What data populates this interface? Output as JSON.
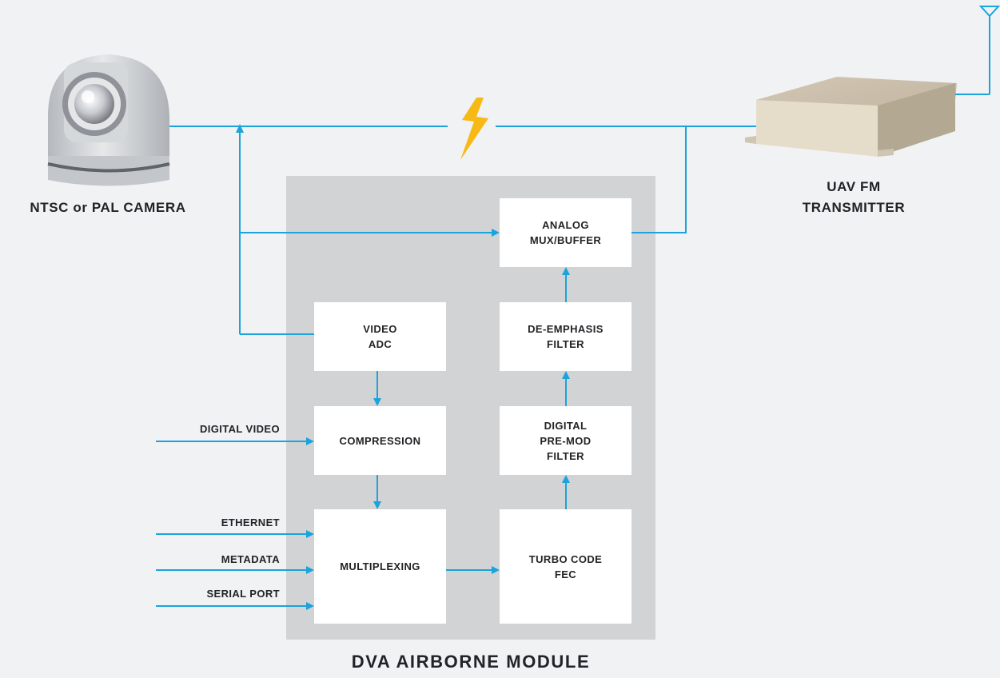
{
  "diagram": {
    "camera_label": "NTSC or PAL CAMERA",
    "transmitter_label": "UAV FM\nTRANSMITTER",
    "module_label": "DVA AIRBORNE MODULE",
    "blocks": {
      "video_adc": "VIDEO\nADC",
      "compression": "COMPRESSION",
      "multiplexing": "MULTIPLEXING",
      "turbo_fec": "TURBO CODE\nFEC",
      "premod_filter": "DIGITAL\nPRE-MOD\nFILTER",
      "deemphasis_filter": "DE-EMPHASIS\nFILTER",
      "analog_mux": "ANALOG\nMUX/BUFFER"
    },
    "inputs": {
      "digital_video": "DIGITAL VIDEO",
      "ethernet": "ETHERNET",
      "metadata": "METADATA",
      "serial_port": "SERIAL PORT"
    },
    "colors": {
      "background": "#f1f2f4",
      "module_panel": "#d1d3d5",
      "block_fill": "#ffffff",
      "signal_line": "#1ba3dc",
      "lightning": "#f7b916",
      "text": "#222326"
    }
  }
}
